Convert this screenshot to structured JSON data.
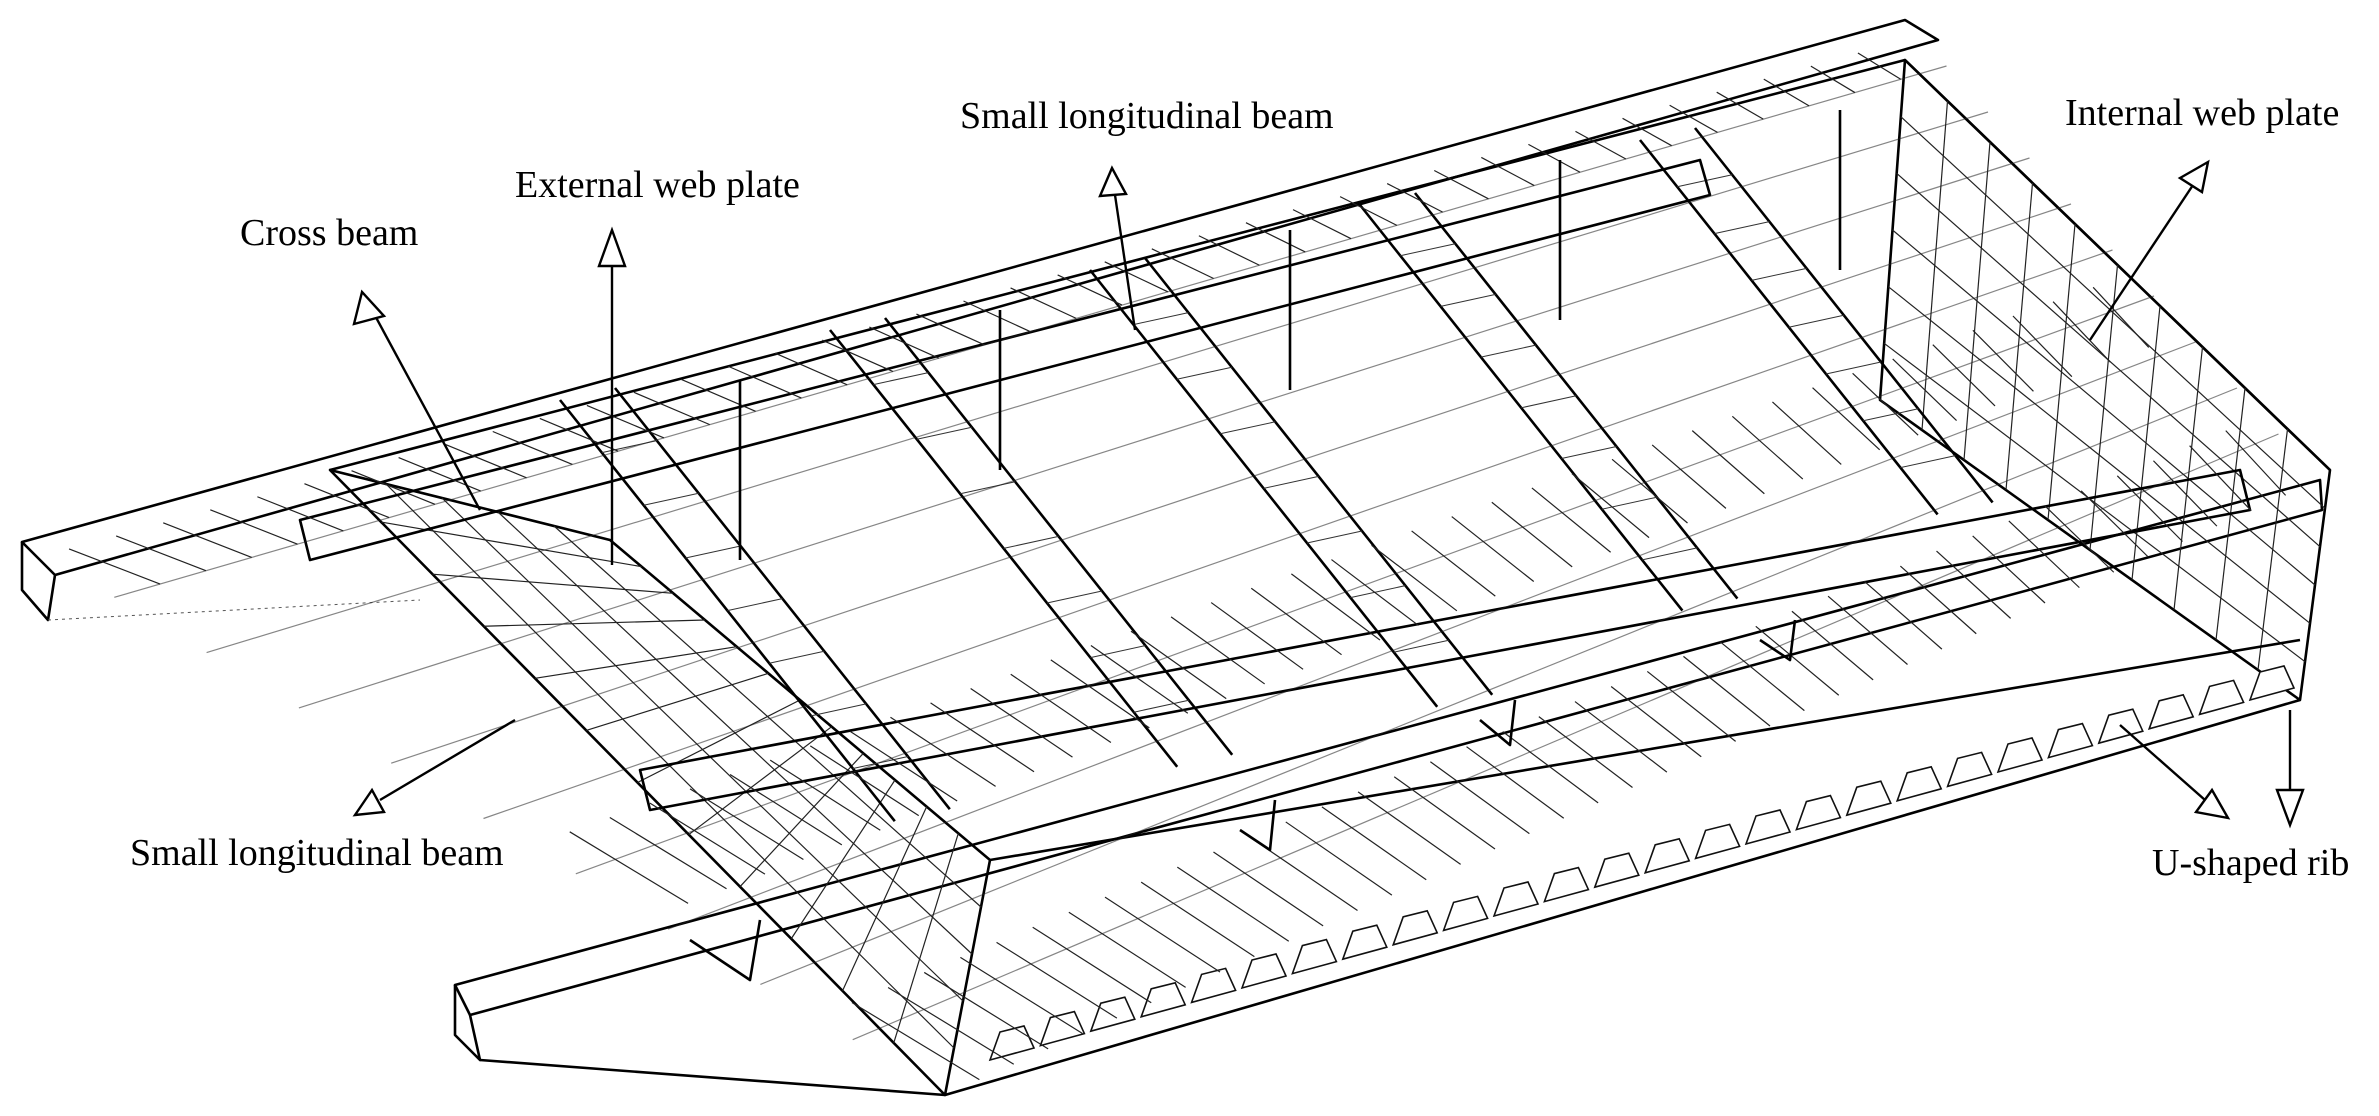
{
  "labels": {
    "cross_beam": "Cross beam",
    "external_web_plate": "External web plate",
    "small_longitudinal_beam_top": "Small longitudinal beam",
    "internal_web_plate": "Internal web plate",
    "small_longitudinal_beam_bottom": "Small longitudinal beam",
    "u_shaped_rib": "U-shaped rib"
  },
  "colors": {
    "line": "#000000",
    "background": "#ffffff"
  }
}
